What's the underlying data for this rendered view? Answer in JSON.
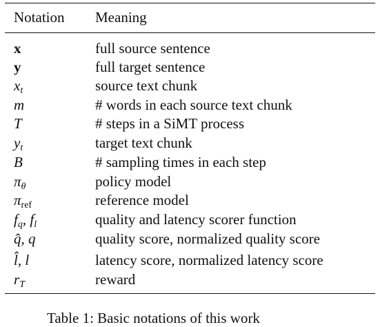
{
  "header": {
    "col1": "Notation",
    "col2": "Meaning"
  },
  "rows": [
    {
      "sym": "x",
      "sub": "",
      "meaning": "full source sentence"
    },
    {
      "sym": "y",
      "sub": "",
      "meaning": "full target sentence"
    },
    {
      "sym": "x",
      "sub": "t",
      "meaning": "source text chunk"
    },
    {
      "sym": "m",
      "sub": "",
      "meaning": "# words in each source text chunk"
    },
    {
      "sym": "T",
      "sub": "",
      "meaning": "# steps in a SiMT process"
    },
    {
      "sym": "y",
      "sub": "t",
      "meaning": "target text chunk"
    },
    {
      "sym": "B",
      "sub": "",
      "meaning": "# sampling times in each step"
    },
    {
      "sym": "π",
      "sub": "θ",
      "meaning": "policy model"
    },
    {
      "sym": "π",
      "sub": "ref",
      "meaning": "reference model"
    },
    {
      "sym": "f",
      "sub": "q",
      "sym2": ", f",
      "sub2": "l",
      "meaning": "quality and latency scorer function"
    },
    {
      "sym": "q̂, q",
      "sub": "",
      "meaning": "quality score, normalized quality score"
    },
    {
      "sym": "l̂, l",
      "sub": "",
      "meaning": "latency score, normalized latency score"
    },
    {
      "sym": "r",
      "sub": "T",
      "meaning": "reward"
    }
  ],
  "caption": "Table 1: Basic notations of this work"
}
